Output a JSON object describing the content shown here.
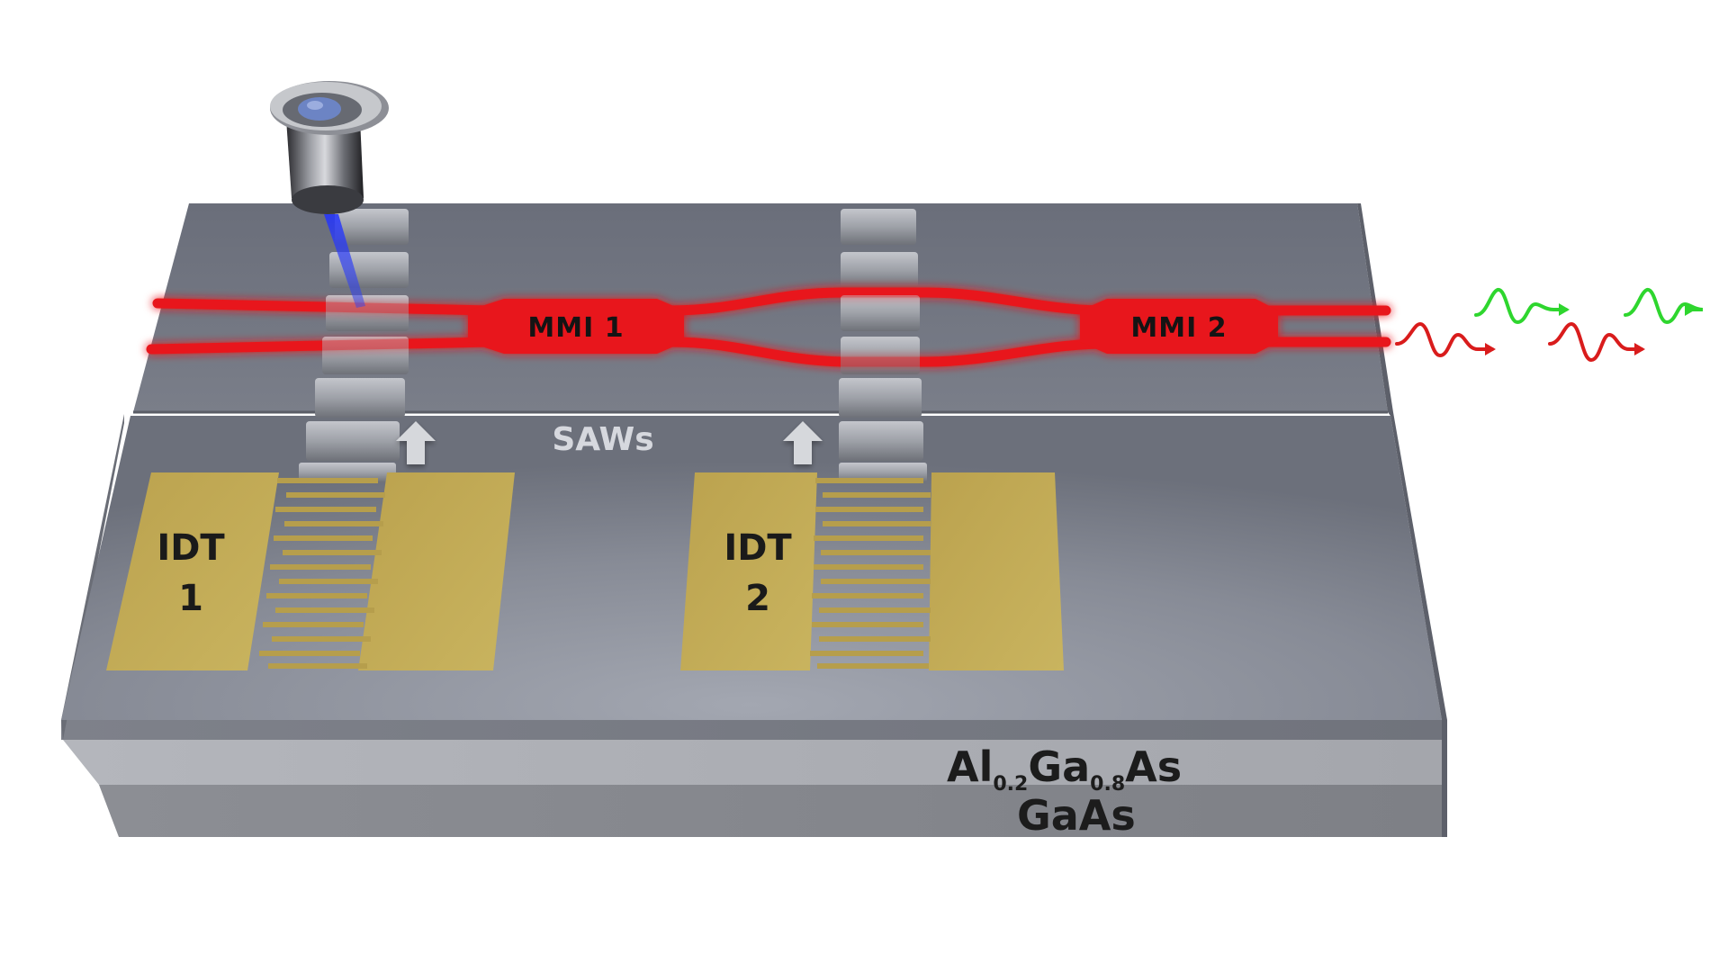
{
  "labels": {
    "idt1_line1": "IDT",
    "idt1_line2": "1",
    "idt2_line1": "IDT",
    "idt2_line2": "2",
    "mmi1": "MMI 1",
    "mmi2": "MMI 2",
    "saws": "SAWs",
    "layer_top_al": "Al",
    "layer_top_sub1": "0.2",
    "layer_top_ga": "Ga",
    "layer_top_sub2": "0.8",
    "layer_top_as": "As",
    "layer_bottom": "GaAs"
  },
  "colors": {
    "waveguide": "#e8161a",
    "gold": "#c2aa55",
    "chip_top": "#6f7380",
    "laser": "#2d3ce0",
    "photon_red": "#d91c1c",
    "photon_green": "#2ed62e"
  }
}
